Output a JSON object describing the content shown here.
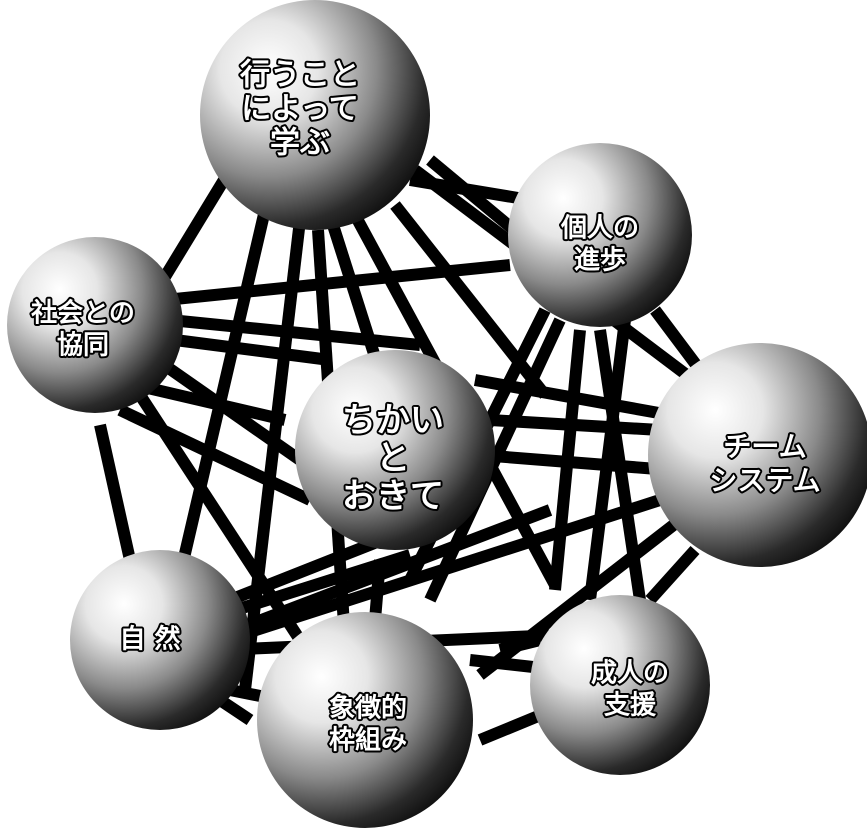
{
  "nodes": [
    {
      "id": "learn-by-doing",
      "lines": [
        "行うこと",
        "によって",
        "学ぶ"
      ]
    },
    {
      "id": "individual-progress",
      "lines": [
        "個人の",
        "進歩"
      ]
    },
    {
      "id": "team-system",
      "lines": [
        "チーム",
        "システム"
      ]
    },
    {
      "id": "adult-support",
      "lines": [
        "成人の",
        "支援"
      ]
    },
    {
      "id": "symbolic-framework",
      "lines": [
        "象徴的",
        "枠組み"
      ]
    },
    {
      "id": "nature",
      "lines": [
        "自 然"
      ]
    },
    {
      "id": "social-cooperation",
      "lines": [
        "社会との",
        "協同"
      ]
    },
    {
      "id": "promise-and-law",
      "lines": [
        "ちかい",
        "と",
        "おきて"
      ]
    }
  ],
  "colors": {
    "sphere_highlight": "#ffffff",
    "sphere_mid": "#9a9a9a",
    "sphere_shadow": "#000000",
    "connector": "#000000",
    "label_fill": "#ffffff",
    "label_outline": "#000000"
  }
}
